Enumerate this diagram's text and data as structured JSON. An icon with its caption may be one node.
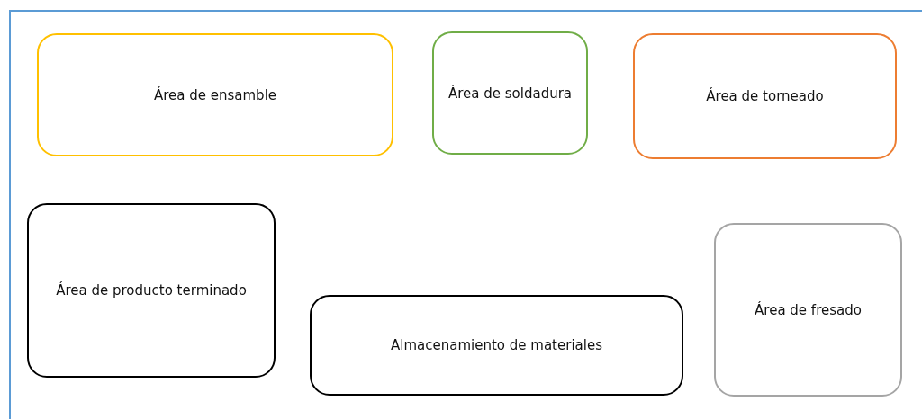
{
  "diagram": {
    "nodes": [
      {
        "text": [
          "Área de ensamble"
        ]
      },
      {
        "text": [
          "Área de soldadura"
        ]
      },
      {
        "text": [
          "Área de torneado"
        ]
      },
      {
        "text": [
          "Área de producto terminado"
        ]
      },
      {
        "text": [
          "Almacenamiento de materiales"
        ]
      },
      {
        "text": [
          "Área de fresado"
        ]
      }
    ]
  }
}
